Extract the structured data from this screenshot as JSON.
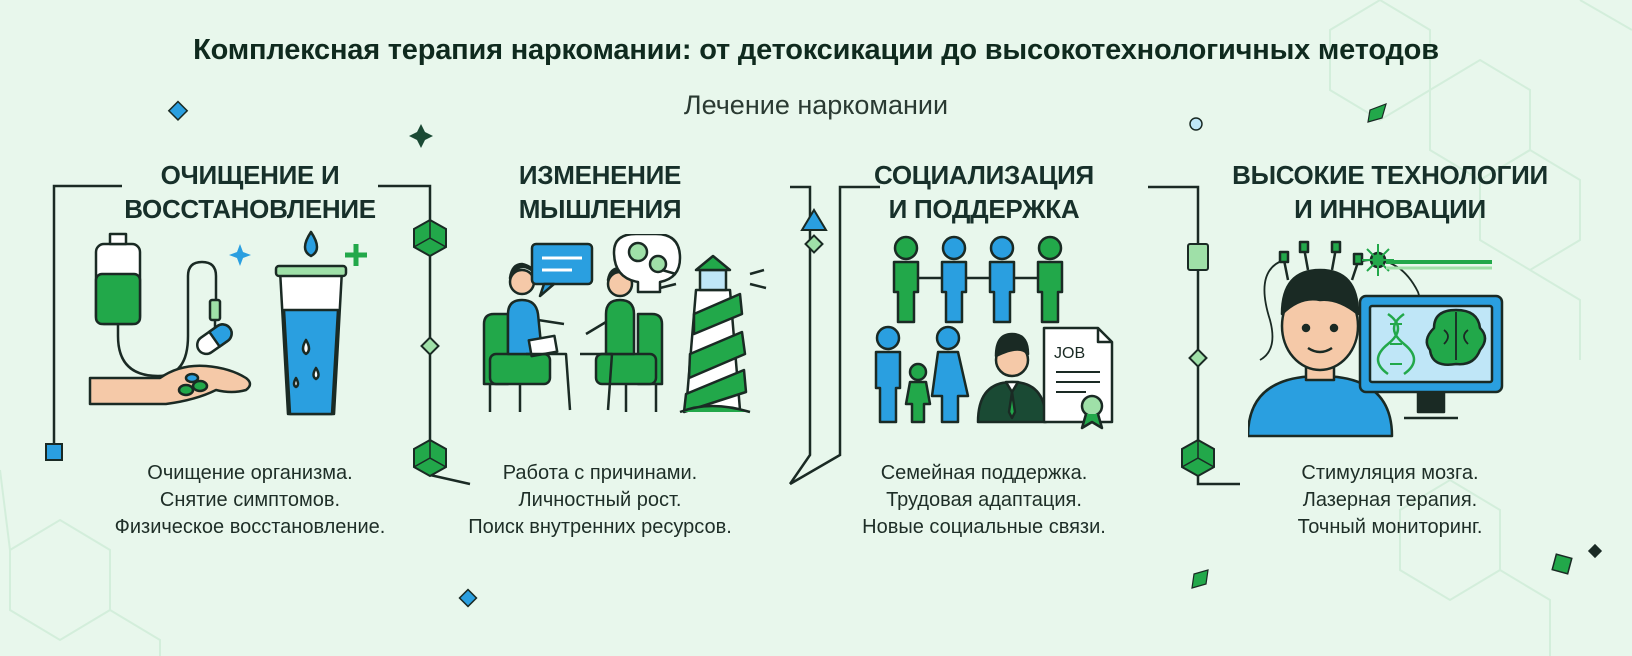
{
  "title": "Комплексная терапия наркомании: от детоксикации до высокотехнологичных методов",
  "subtitle": "Лечение наркомании",
  "colors": {
    "background": "#e8f7ec",
    "primary_green": "#22a84a",
    "light_green": "#9fe0a8",
    "blue": "#2a9fe0",
    "light_blue": "#bfe6f7",
    "line": "#1a2a24"
  },
  "pillars": [
    {
      "heading_lines": [
        "ОЧИЩЕНИЕ И",
        "ВОССТАНОВЛЕНИЕ"
      ],
      "body_lines": [
        "Очищение организма.",
        "Снятие симптомов.",
        "Физическое восстановление."
      ],
      "icons": [
        "iv-drip-icon",
        "capsule-icon",
        "hand-with-pills-icon",
        "water-glass-icon",
        "sparkle-icon",
        "plus-icon"
      ]
    },
    {
      "heading_lines": [
        "ИЗМЕНЕНИЕ",
        "МЫШЛЕНИЯ"
      ],
      "body_lines": [
        "Работа с причинами.",
        "Личностный рост.",
        "Поиск внутренних ресурсов."
      ],
      "icons": [
        "therapy-session-icon",
        "speech-bubble-icon",
        "brain-gears-icon",
        "lighthouse-icon"
      ]
    },
    {
      "heading_lines": [
        "СОЦИАЛИЗАЦИЯ",
        "И ПОДДЕРЖКА"
      ],
      "body_lines": [
        "Семейная поддержка.",
        "Трудовая адаптация.",
        "Новые социальные связи."
      ],
      "icons": [
        "group-holding-hands-icon",
        "family-icon",
        "businessman-icon",
        "job-document-icon"
      ],
      "document_label": "JOB"
    },
    {
      "heading_lines": [
        "ВЫСОКИЕ ТЕХНОЛОГИИ",
        "И ИННОВАЦИИ"
      ],
      "body_lines": [
        "Стимуляция мозга.",
        "Лазерная терапия.",
        "Точный мониторинг."
      ],
      "icons": [
        "head-with-electrodes-icon",
        "laser-beam-icon",
        "monitor-dna-brain-icon"
      ]
    }
  ]
}
